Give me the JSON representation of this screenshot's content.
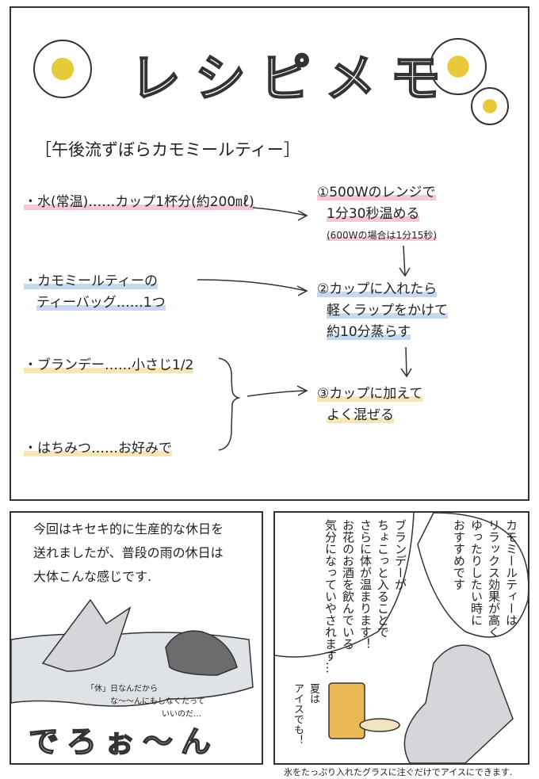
{
  "recipe_panel": {
    "title": "レシピメモ",
    "subtitle": "［午後流ずぼらカモミールティー］",
    "ingredients": [
      {
        "lines": [
          "・水(常温)……カップ1杯分(約200㎖)"
        ]
      },
      {
        "lines": [
          "・カモミールティーの",
          "ティーバッグ……1つ"
        ]
      },
      {
        "lines": [
          "・ブランデー……小さじ1/2"
        ]
      },
      {
        "lines": [
          "・はちみつ……お好みで"
        ]
      }
    ],
    "steps": [
      {
        "lines": [
          "①500Wのレンジで",
          "1分30秒温める"
        ],
        "note": "(600Wの場合は1分15秒)"
      },
      {
        "lines": [
          "②カップに入れたら",
          "軽くラップをかけて",
          "約10分蒸らす"
        ]
      },
      {
        "lines": [
          "③カップに加えて",
          "よく混ぜる"
        ]
      }
    ],
    "colors": {
      "pink": "#f2c9d8",
      "blue": "#c8d8ee",
      "yellow": "#f5e6b8"
    }
  },
  "panel_left": {
    "narration": [
      "今回はキセキ的に生産的な休日を",
      "送れましたが、普段の雨の休日は",
      "大体こんな感じです."
    ],
    "thought": [
      "「休」日なんだから",
      "な〜〜んにもしなくたって",
      "いいのだ…"
    ],
    "sfx": "でろぉ〜ん"
  },
  "panel_right": {
    "bubble1": [
      "カモミールティーは",
      "リラックス効果が高く",
      "ゆったりしたい時に",
      "おすすめです"
    ],
    "bubble2": [
      "ブランデーが",
      "ちょこっと入ることで",
      "さらに体が温まります！",
      "お花のお酒を飲んでいる",
      "気分になっていやされます…"
    ],
    "aside": [
      "夏は",
      "アイスでも！"
    ]
  },
  "caption": "氷をたっぷり入れたグラスに注ぐだけでアイスにできます."
}
